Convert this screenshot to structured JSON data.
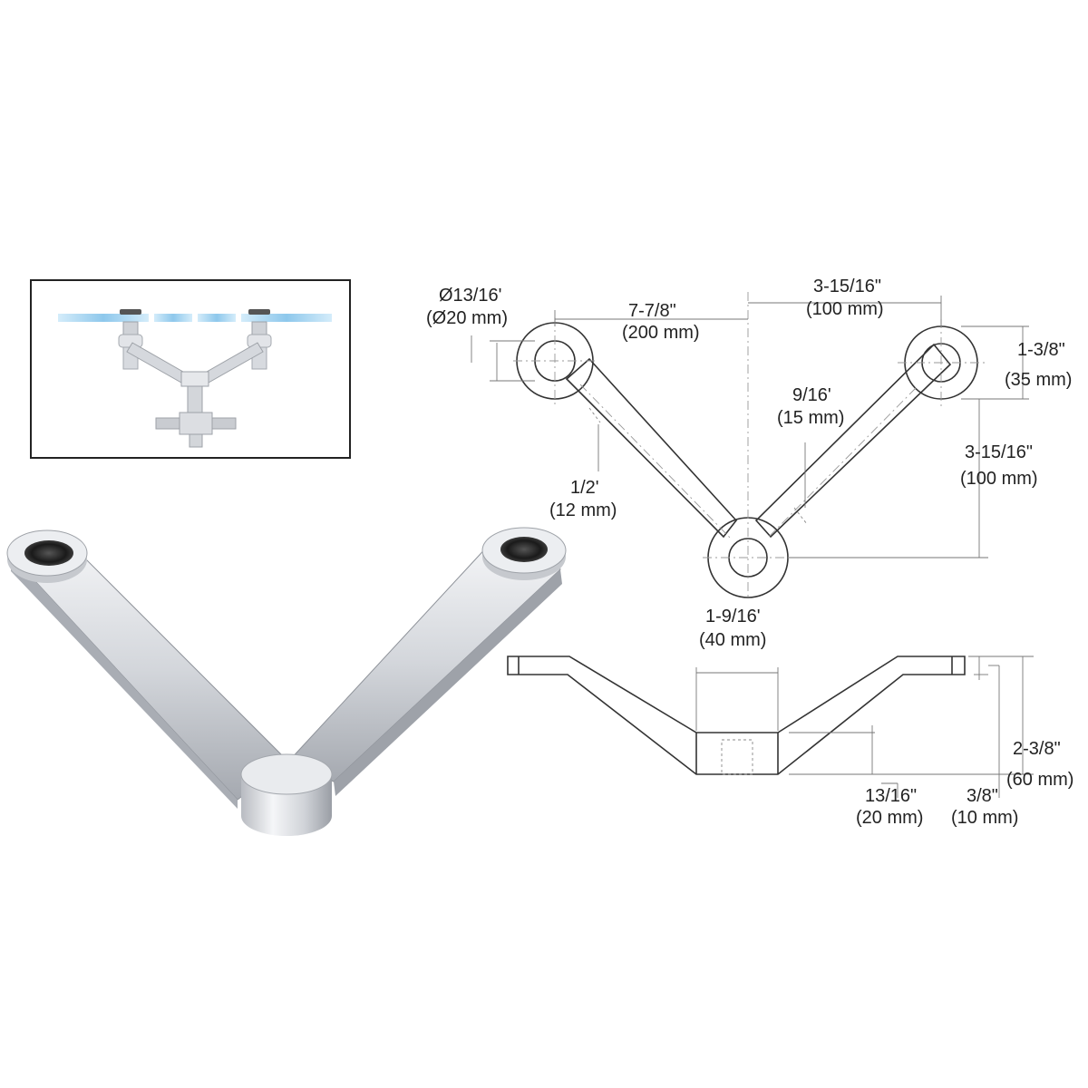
{
  "colors": {
    "metal_light": "#e9eaee",
    "metal_mid": "#c3c6cc",
    "metal_dark": "#8e9299",
    "glass": "#9fd0ee",
    "line": "#333333"
  },
  "dimensions": {
    "hole_diameter": {
      "imperial": "Ø13/16'",
      "metric": "(Ø20 mm)"
    },
    "arm_span": {
      "imperial": "7-7/8\"",
      "metric": "(200 mm)"
    },
    "half_span": {
      "imperial": "3-15/16\"",
      "metric": "(100 mm)"
    },
    "pad_width": {
      "imperial": "1-3/8\"",
      "metric": "(35 mm)"
    },
    "arm_width_right": {
      "imperial": "9/16'",
      "metric": "(15 mm)"
    },
    "vertical_offset": {
      "imperial": "3-15/16\"",
      "metric": "(100 mm)"
    },
    "arm_width_left": {
      "imperial": "1/2'",
      "metric": "(12 mm)"
    },
    "hub_diameter": {
      "imperial": "1-9/16'",
      "metric": "(40 mm)"
    },
    "overall_height": {
      "imperial": "2-3/8\"",
      "metric": "(60 mm)"
    },
    "hub_height": {
      "imperial": "13/16\"",
      "metric": "(20 mm)"
    },
    "pad_thickness": {
      "imperial": "3/8\"",
      "metric": "(10 mm)"
    }
  }
}
